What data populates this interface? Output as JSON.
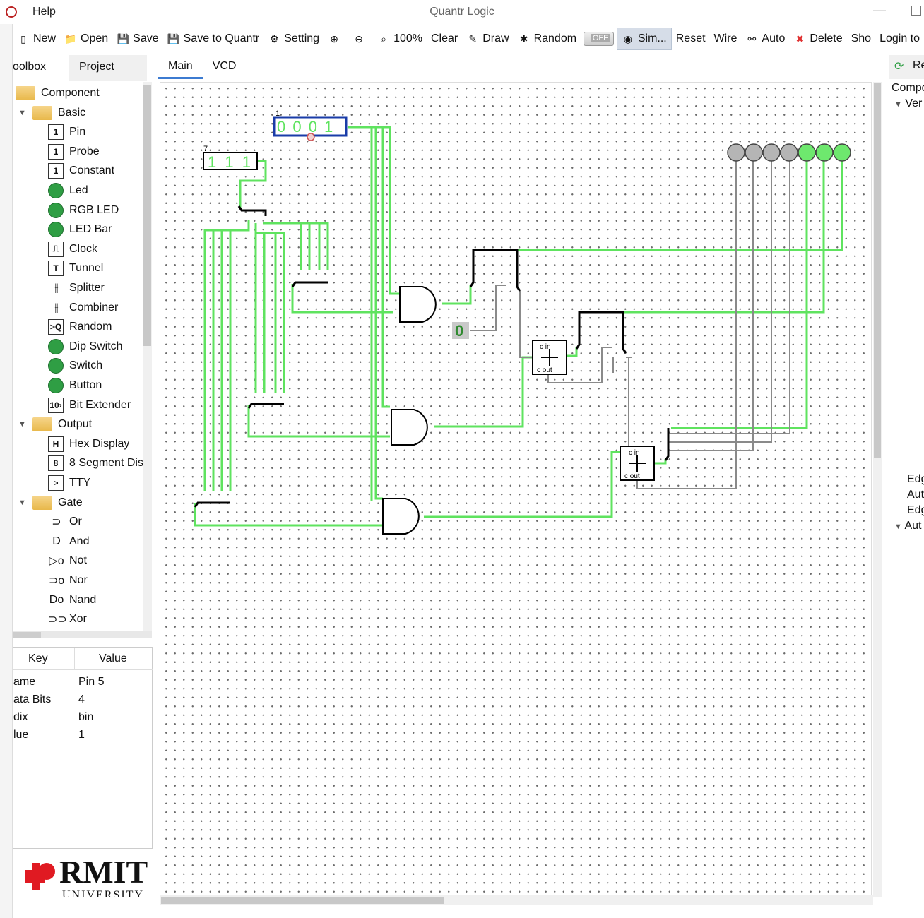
{
  "window": {
    "title": "Quantr Logic",
    "menu_help": "Help"
  },
  "toolbar": [
    {
      "name": "new-button",
      "label": "New",
      "icon": "new-icon"
    },
    {
      "name": "open-button",
      "label": "Open",
      "icon": "folder-open-icon"
    },
    {
      "name": "save-button",
      "label": "Save",
      "icon": "floppy-icon"
    },
    {
      "name": "save-to-quantr-button",
      "label": "Save to Quantr",
      "icon": "floppy-cloud-icon"
    },
    {
      "name": "setting-button",
      "label": "Setting",
      "icon": "gear-icon"
    },
    {
      "name": "zoom-in-button",
      "label": "",
      "icon": "zoom-in-icon"
    },
    {
      "name": "zoom-out-button",
      "label": "",
      "icon": "zoom-out-icon"
    },
    {
      "name": "zoom-reset-button",
      "label": "100%",
      "icon": "magnifier-icon"
    },
    {
      "name": "clear-button",
      "label": "Clear",
      "icon": ""
    },
    {
      "name": "draw-button",
      "label": "Draw",
      "icon": "pencil-icon"
    },
    {
      "name": "random-button",
      "label": "Random",
      "icon": "random-icon"
    }
  ],
  "toolbar2": [
    {
      "name": "reset-button",
      "label": "Reset"
    },
    {
      "name": "wire-button",
      "label": "Wire"
    },
    {
      "name": "auto-button",
      "label": "Auto",
      "icon": "link-icon"
    },
    {
      "name": "delete-button",
      "label": "Delete",
      "icon": "delete-x-icon"
    },
    {
      "name": "show-button",
      "label": "Sho"
    },
    {
      "name": "login-button",
      "label": "Login to"
    }
  ],
  "toggle": {
    "label": "OFF"
  },
  "sim_button": {
    "label": "Sim..."
  },
  "left_tabs": {
    "toolbox": "oolbox",
    "project": "Project"
  },
  "canvas_tabs": {
    "main": "Main",
    "vcd": "VCD"
  },
  "tree": [
    {
      "label": "Component",
      "kind": "folder",
      "indent": 0,
      "expander": ""
    },
    {
      "label": "Basic",
      "kind": "folder",
      "indent": 1,
      "expander": "▼"
    },
    {
      "label": "Pin",
      "kind": "box",
      "glyph": "1",
      "indent": 2
    },
    {
      "label": "Probe",
      "kind": "box",
      "glyph": "1",
      "indent": 2
    },
    {
      "label": "Constant",
      "kind": "box",
      "glyph": "1",
      "indent": 2
    },
    {
      "label": "Led",
      "kind": "green",
      "indent": 2
    },
    {
      "label": "RGB LED",
      "kind": "green",
      "indent": 2
    },
    {
      "label": "LED Bar",
      "kind": "green",
      "indent": 2
    },
    {
      "label": "Clock",
      "kind": "box",
      "glyph": "⎍",
      "indent": 2
    },
    {
      "label": "Tunnel",
      "kind": "box",
      "glyph": "T",
      "indent": 2
    },
    {
      "label": "Splitter",
      "kind": "sym",
      "glyph": "⫲",
      "indent": 2
    },
    {
      "label": "Combiner",
      "kind": "sym",
      "glyph": "⫲",
      "indent": 2
    },
    {
      "label": "Random",
      "kind": "box",
      "glyph": ">Q",
      "indent": 2
    },
    {
      "label": "Dip Switch",
      "kind": "green",
      "indent": 2
    },
    {
      "label": "Switch",
      "kind": "green",
      "indent": 2
    },
    {
      "label": "Button",
      "kind": "green",
      "indent": 2
    },
    {
      "label": "Bit Extender",
      "kind": "box",
      "glyph": "10›",
      "indent": 2
    },
    {
      "label": "Output",
      "kind": "folder",
      "indent": 1,
      "expander": "▼"
    },
    {
      "label": "Hex Display",
      "kind": "box",
      "glyph": "H",
      "indent": 2
    },
    {
      "label": "8 Segment Dis",
      "kind": "box",
      "glyph": "8",
      "indent": 2
    },
    {
      "label": "TTY",
      "kind": "box",
      "glyph": ">",
      "indent": 2
    },
    {
      "label": "Gate",
      "kind": "folder",
      "indent": 1,
      "expander": "▼"
    },
    {
      "label": "Or",
      "kind": "sym",
      "glyph": "⊃",
      "indent": 2
    },
    {
      "label": "And",
      "kind": "sym",
      "glyph": "D",
      "indent": 2
    },
    {
      "label": "Not",
      "kind": "sym",
      "glyph": "▷o",
      "indent": 2
    },
    {
      "label": "Nor",
      "kind": "sym",
      "glyph": "⊃o",
      "indent": 2
    },
    {
      "label": "Nand",
      "kind": "sym",
      "glyph": "Do",
      "indent": 2
    },
    {
      "label": "Xor",
      "kind": "sym",
      "glyph": "⊃⊃",
      "indent": 2
    }
  ],
  "props": {
    "headers": {
      "key": "Key",
      "value": "Value"
    },
    "rows": [
      {
        "k": "ame",
        "v": "Pin 5"
      },
      {
        "k": "ata Bits",
        "v": "4"
      },
      {
        "k": "dix",
        "v": "bin"
      },
      {
        "k": "lue",
        "v": "1"
      }
    ]
  },
  "logo": {
    "text": "RMIT",
    "sub": "UNIVERSITY"
  },
  "canvas": {
    "pin4_value": "0 0 0 1",
    "pin4_label": "1",
    "pin3_value": "1 1 1",
    "pin3_label": "7",
    "constant_value": "0",
    "adder_cin": "c in",
    "adder_cout": "c out",
    "led_states": [
      "off",
      "off",
      "off",
      "off",
      "on",
      "on",
      "on"
    ]
  },
  "right_panel": {
    "tab": "Re",
    "items": [
      "Compo",
      "Ver",
      "Edg",
      "Aut",
      "Edg",
      "Aut"
    ]
  },
  "colors": {
    "wire_on": "#5fe35f",
    "wire_off": "#888888",
    "led_on": "#6ee86e",
    "led_off": "#b5b5b5",
    "pin_sel": "#1a3ca8"
  }
}
